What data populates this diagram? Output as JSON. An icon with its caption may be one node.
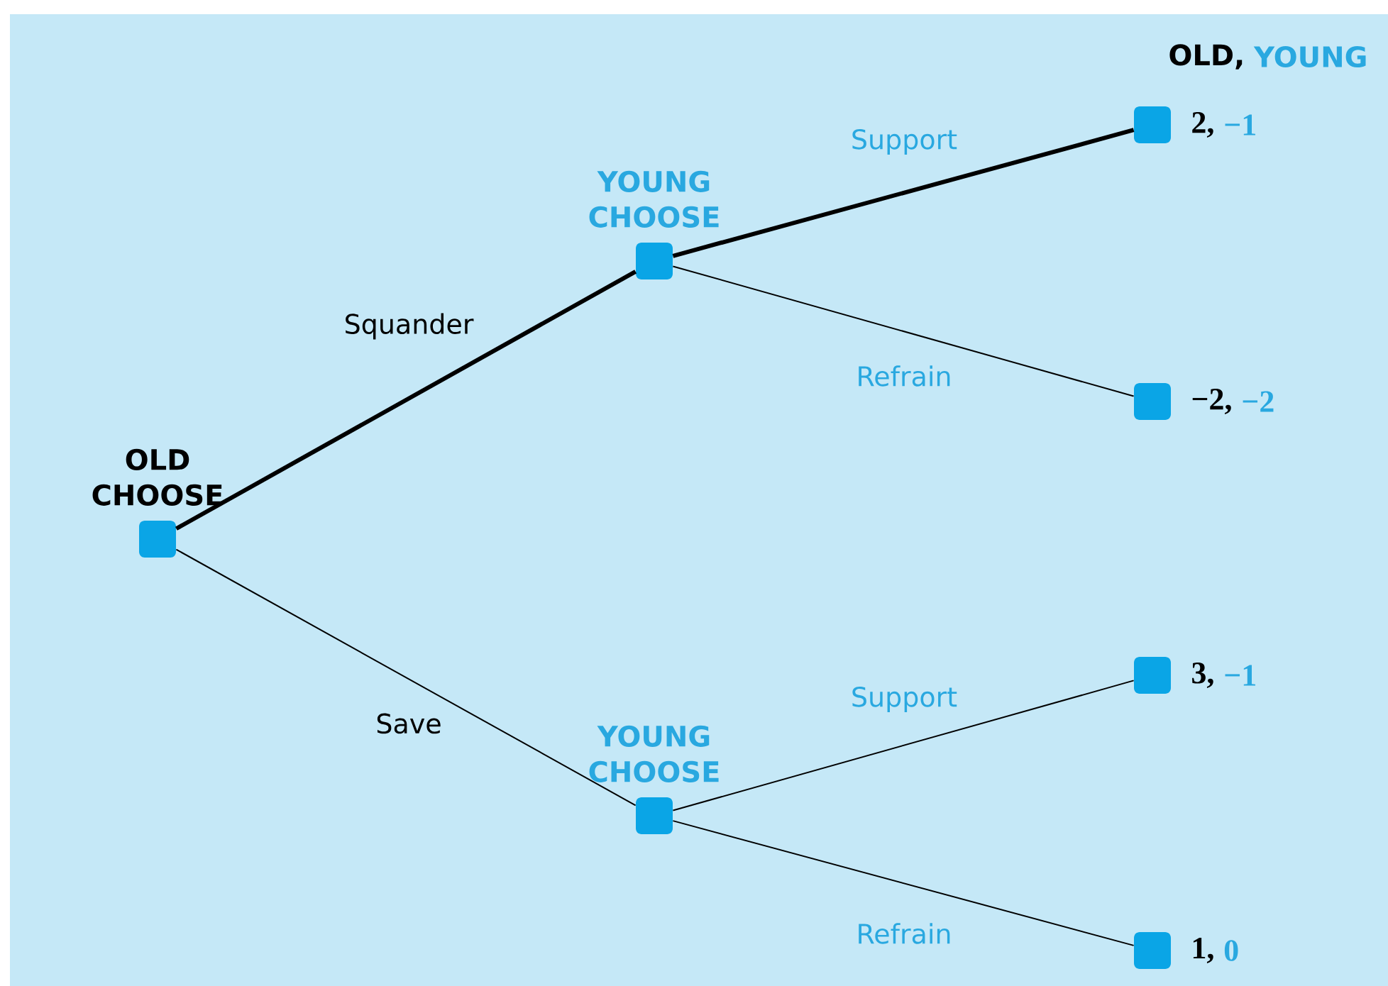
{
  "diagram": {
    "nodes": [
      {
        "text": [
          "OLD CHOOSE"
        ]
      },
      {
        "text": [
          "YOUNG CHOOSE"
        ]
      },
      {
        "text": [
          "YOUNG CHOOSE"
        ]
      },
      {
        "text": [],
        "shape": "box",
        "beside": [
          "2,",
          "−1"
        ]
      },
      {
        "text": [],
        "shape": "box",
        "beside": [
          "−2,",
          "−2"
        ]
      },
      {
        "text": [],
        "shape": "box",
        "beside": [
          "3,",
          "−1"
        ]
      },
      {
        "text": [],
        "shape": "box",
        "beside": [
          "1,",
          "0"
        ]
      }
    ],
    "edges": [
      {
        "from": 0,
        "to": 1,
        "arrow": "none",
        "label": "Squander",
        "style": "thick"
      },
      {
        "from": 0,
        "to": 2,
        "arrow": "none",
        "label": "Save"
      },
      {
        "from": 1,
        "to": 3,
        "arrow": "none",
        "label": "Support",
        "style": "thick"
      },
      {
        "from": 1,
        "to": 4,
        "arrow": "none",
        "label": "Refrain"
      },
      {
        "from": 2,
        "to": 5,
        "arrow": "none",
        "label": "Support"
      },
      {
        "from": 2,
        "to": 6,
        "arrow": "none",
        "label": "Refrain"
      }
    ],
    "labels": [
      "OLD,",
      "YOUNG"
    ]
  }
}
